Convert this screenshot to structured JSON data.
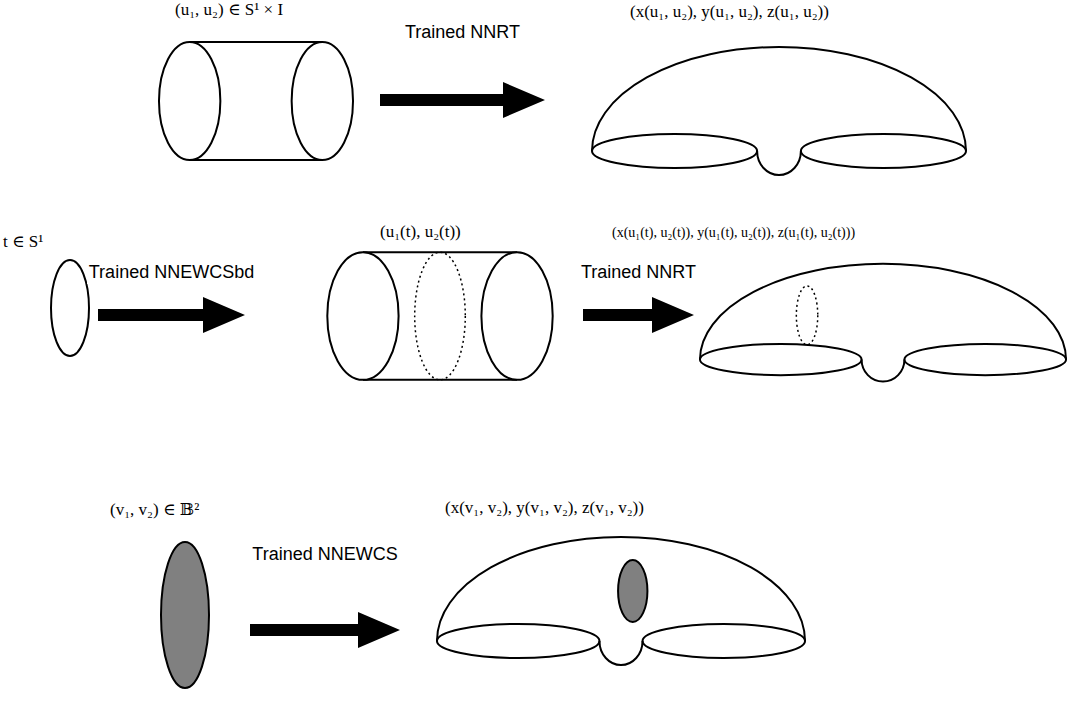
{
  "diagram": {
    "nodes": [
      {
        "text": [
          "(u₁, u₂) ∈ S¹ × I"
        ]
      },
      {
        "text": [
          "(x(u₁, u₂), y(u₁, u₂), z(u₁, u₂))"
        ]
      },
      {
        "text": [
          "t ∈ S¹"
        ]
      },
      {
        "text": [
          "(u₁(t), u₂(t))"
        ]
      },
      {
        "text": [
          "(x(u₁(t), u₂(t)), y(u₁(t), u₂(t)), z(u₁(t), u₂(t)))"
        ]
      },
      {
        "text": [
          "(v₁, v₂) ∈ 𝔹²"
        ]
      },
      {
        "text": [
          "(x(v₁, v₂), y(v₁, v₂), z(v₁, v₂))"
        ]
      }
    ],
    "edges": [
      {
        "from": 0,
        "to": 1,
        "label": "Trained NNRT",
        "arrow": "to"
      },
      {
        "from": 2,
        "to": 3,
        "label": "Trained NNEWCSbd",
        "arrow": "to"
      },
      {
        "from": 3,
        "to": 4,
        "label": "Trained NNRT",
        "arrow": "to"
      },
      {
        "from": 5,
        "to": 6,
        "label": "Trained NNEWCS",
        "arrow": "to"
      }
    ]
  }
}
